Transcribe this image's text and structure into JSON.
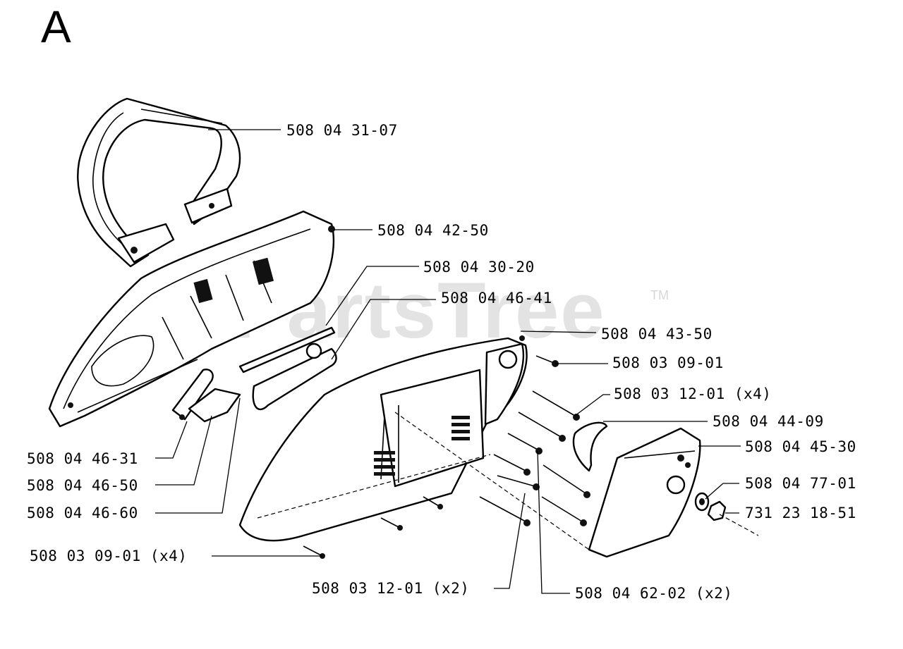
{
  "section_letter": "A",
  "watermark": {
    "text": "PartsTree",
    "trademark": "TM"
  },
  "parts": [
    {
      "key": "handle",
      "label": "508 04 31-07"
    },
    {
      "key": "crankcase_cover",
      "label": "508 04 42-50"
    },
    {
      "key": "chain_tensioner_rod",
      "label": "508 04 30-20"
    },
    {
      "key": "tensioner_slide",
      "label": "508 04 46-41"
    },
    {
      "key": "side_cover",
      "label": "508 04 43-50"
    },
    {
      "key": "screw_top",
      "label": "508 03 09-01"
    },
    {
      "key": "screw_long",
      "label": "508 03 12-01 (x4)"
    },
    {
      "key": "spring_clip",
      "label": "508 04 44-09"
    },
    {
      "key": "bar_cover",
      "label": "508 04 45-30"
    },
    {
      "key": "washer",
      "label": "508 04 77-01"
    },
    {
      "key": "nut",
      "label": "731 23 18-51"
    },
    {
      "key": "brake_lever_1",
      "label": "508 04 46-31"
    },
    {
      "key": "brake_lever_2",
      "label": "508 04 46-50"
    },
    {
      "key": "brake_lever_3",
      "label": "508 04 46-60"
    },
    {
      "key": "screw_bottom",
      "label": "508 03 09-01 (x4)"
    },
    {
      "key": "screw_short",
      "label": "508 03 12-01 (x2)"
    },
    {
      "key": "bolt",
      "label": "508 04 62-02 (x2)"
    }
  ]
}
